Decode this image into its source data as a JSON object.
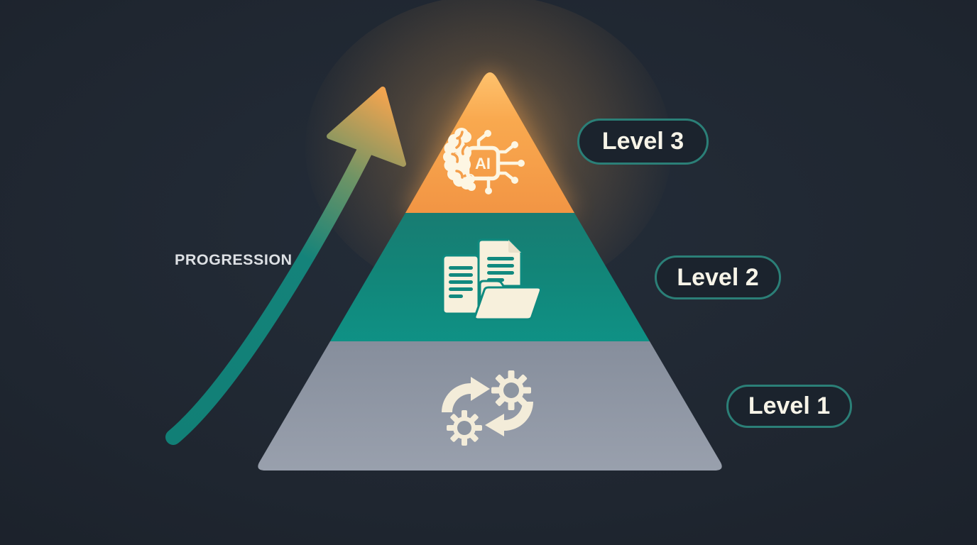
{
  "progression_label": "PROGRESSION",
  "levels": [
    {
      "label": "Level 3",
      "section_color": "#f6a04c",
      "icon": "ai-brain-chip-icon"
    },
    {
      "label": "Level 2",
      "section_color": "#12897f",
      "icon": "documents-folder-icon"
    },
    {
      "label": "Level 1",
      "section_color": "#8e96a3",
      "icon": "gears-cycle-icon"
    }
  ],
  "icons": {
    "ai_chip_text": "AI"
  },
  "colors": {
    "background": "#1f2630",
    "badge_border": "#2b7f77",
    "badge_background": "#1b232d",
    "badge_text": "#f7f4e8",
    "label_text": "#dde0e4",
    "icon_cream": "#f8f2e0",
    "level3_orange": "#f6a04c",
    "level2_teal": "#12897f",
    "level1_gray": "#8e96a3",
    "arrow_gradient_start": "#117f76",
    "arrow_gradient_end": "#f2a44f"
  }
}
